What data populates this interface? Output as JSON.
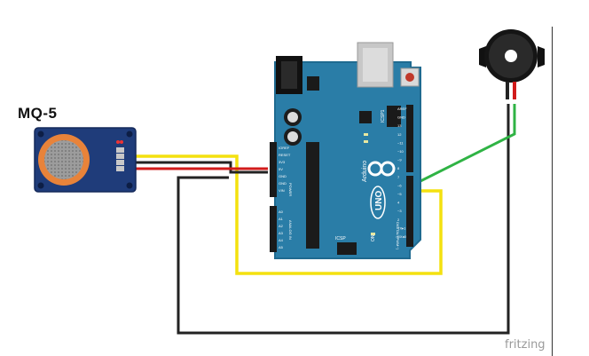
{
  "sensor": {
    "title": "MQ-5",
    "pins": [
      "",
      "",
      "",
      ""
    ]
  },
  "arduino": {
    "brand": "Arduino",
    "model": "UNO",
    "header_labels_power": [
      "IOREF",
      "RESET",
      "3V3",
      "5V",
      "GND",
      "GND",
      "VIN"
    ],
    "power_section": "POWER",
    "header_labels_analog": [
      "A0",
      "A1",
      "A2",
      "A3",
      "A4",
      "A5"
    ],
    "analog_section": "ANALOG IN",
    "header_labels_digital": [
      "AREF",
      "GND",
      "13",
      "12",
      "~11",
      "~10",
      "~9",
      "8",
      "7",
      "~6",
      "~5",
      "4",
      "~3",
      "2",
      "TX▸1",
      "RX◂0"
    ],
    "digital_section": "DIGITAL (PWM~)",
    "icsp1": "ICSP1",
    "icsp2": "ICSP",
    "tx": "TX",
    "rx": "RX",
    "l": "L",
    "on": "ON"
  },
  "wires": {
    "colors": {
      "yellow": "#f4e10f",
      "black": "#222222",
      "red": "#d11b1b",
      "green": "#2fb344",
      "board": "#2a7da7"
    }
  },
  "watermark": "fritzing"
}
